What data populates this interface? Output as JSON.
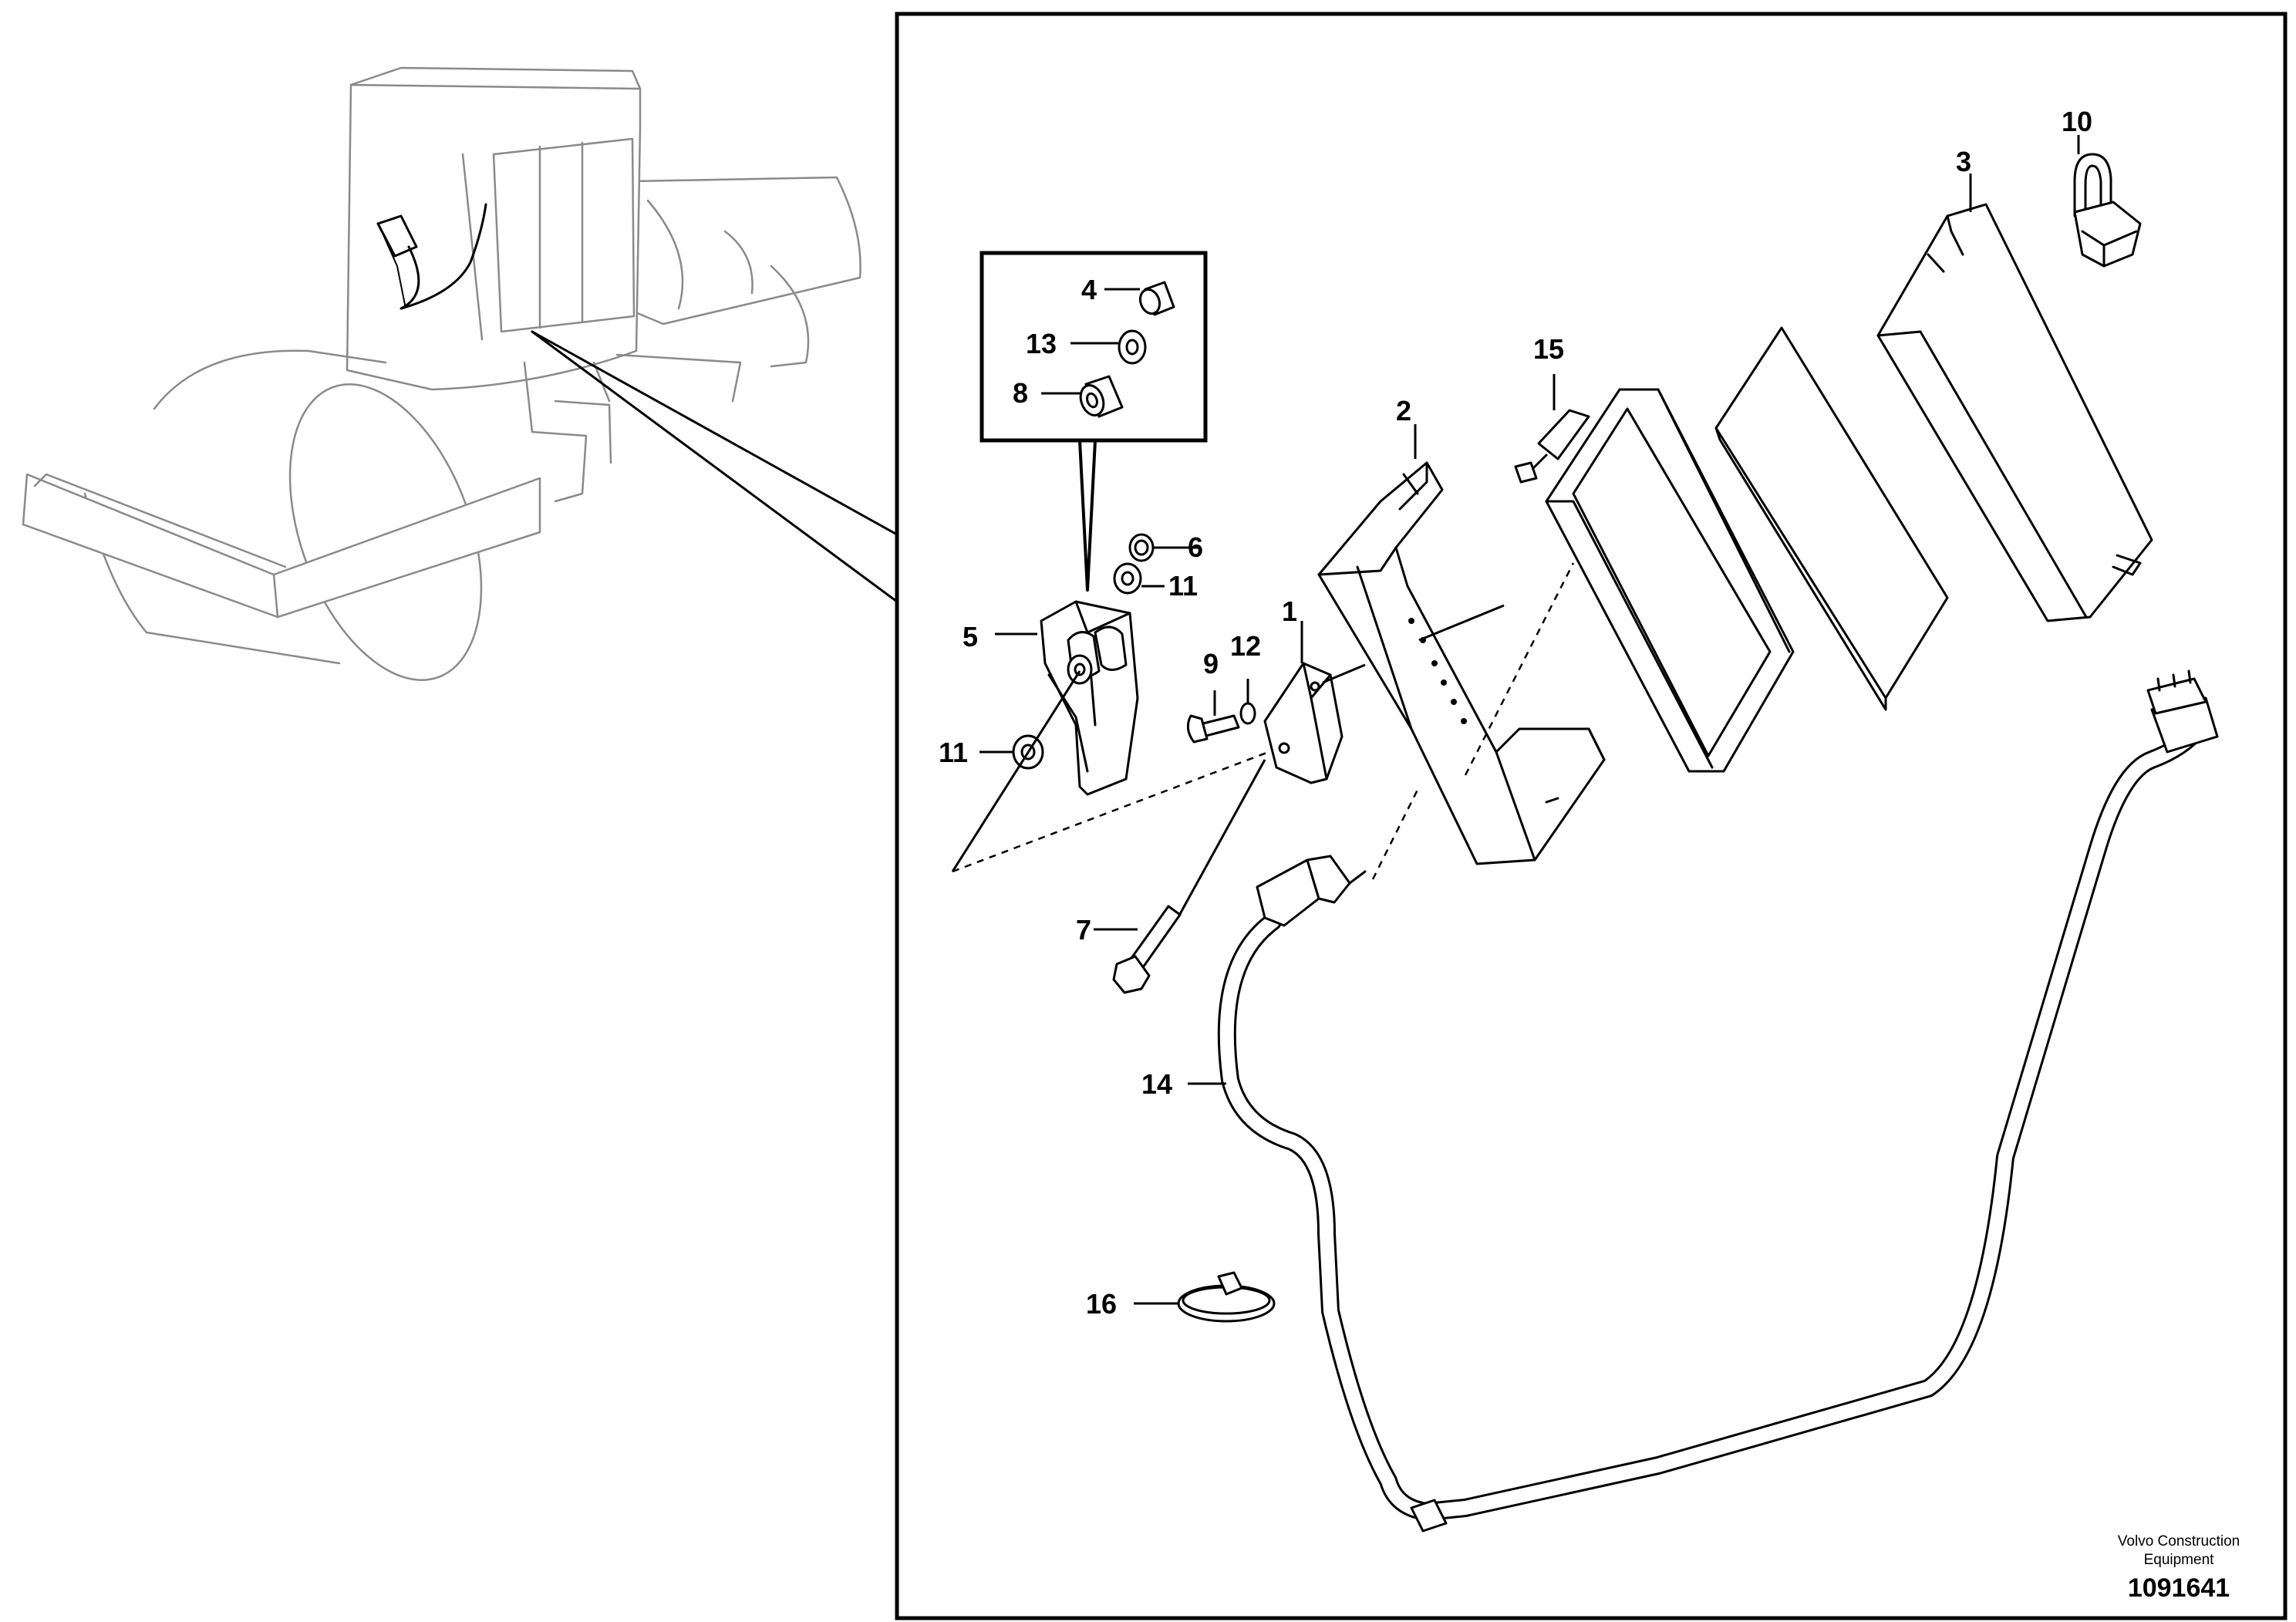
{
  "callouts": {
    "c1": "1",
    "c2": "2",
    "c3": "3",
    "c4": "4",
    "c5": "5",
    "c6": "6",
    "c7": "7",
    "c8": "8",
    "c9": "9",
    "c10": "10",
    "c11a": "11",
    "c11b": "11",
    "c12": "12",
    "c13": "13",
    "c14": "14",
    "c15": "15",
    "c16": "16"
  },
  "footer": {
    "brand_line1": "Volvo Construction",
    "brand_line2": "Equipment",
    "document_number": "1091641"
  }
}
